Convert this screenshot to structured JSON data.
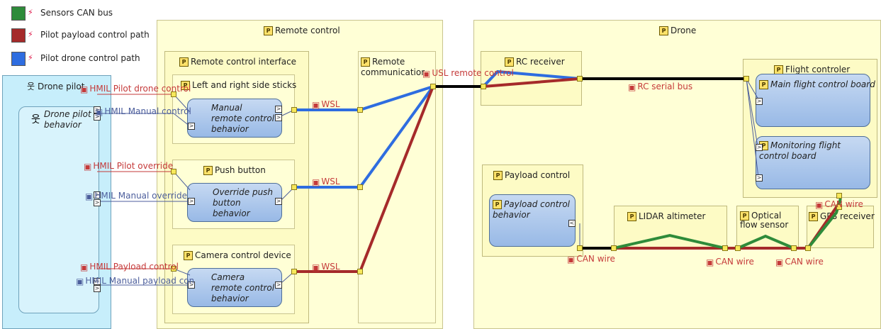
{
  "legend": [
    {
      "label": "Sensors CAN bus",
      "color": "#2e8b3a"
    },
    {
      "label": "Pilot payload control path",
      "color": "#a52a2a"
    },
    {
      "label": "Pilot drone control path",
      "color": "#2e6de0"
    }
  ],
  "actor": {
    "title": "Drone pilot",
    "behavior": "Drone pilot behavior"
  },
  "exchanges": {
    "pilot_drone": "HMIL Pilot drone control",
    "manual_control": "HMIL Manual control",
    "pilot_override": "HMIL Pilot override",
    "manual_override": "HMIL Manual override",
    "payload_control": "HMIL Payload control",
    "manual_payload": "HMIL Manual payload control"
  },
  "remote": {
    "title": "Remote control",
    "interface": "Remote control interface",
    "sticks": "Left and right side sticks",
    "sticks_behavior": "Manual remote control behavior",
    "push": "Push button",
    "push_behavior": "Override push button behavior",
    "camera": "Camera control device",
    "camera_behavior": "Camera remote control behavior",
    "comm": "Remote communication",
    "wsl1": "WSL",
    "wsl2": "WSL",
    "wsl3": "WSL",
    "usl": "USL remote control"
  },
  "drone": {
    "title": "Drone",
    "rc": "RC receiver",
    "rc_bus": "RC serial bus",
    "flight": "Flight controler",
    "main_board": "Main flight control board",
    "monitor_board": "Monitoring flight control board",
    "payload": "Payload control",
    "payload_behavior": "Payload control behavior",
    "lidar": "LIDAR altimeter",
    "optical": "Optical flow sensor",
    "gps": "GPS receiver",
    "can1": "CAN wire",
    "can2": "CAN wire",
    "can3": "CAN wire",
    "can4": "CAN wire"
  }
}
